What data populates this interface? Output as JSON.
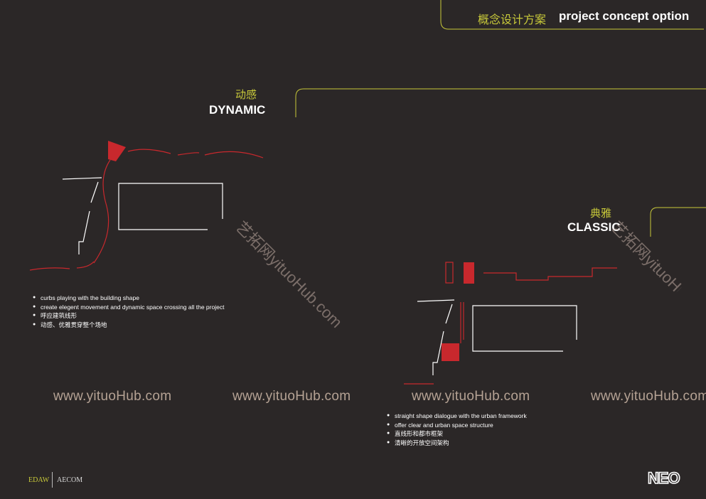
{
  "header": {
    "title_cn": "概念设计方案",
    "title_en": "project concept option"
  },
  "dynamic": {
    "title_cn": "动感",
    "title_en": "DYNAMIC",
    "bullets": [
      "curbs playing with the building shape",
      "create elegent movement and dynamic space crossing all the project",
      "呼应建筑线形",
      "动感、优雅贯穿整个场地"
    ]
  },
  "classic": {
    "title_cn": "典雅",
    "title_en": "CLASSIC",
    "bullets": [
      "straight  shape dialogue with the urban framework",
      "offer clear and urban space structure",
      "直线形和都市框架",
      "清晰的开放空间架构"
    ]
  },
  "watermarks": {
    "horizontal": [
      "www.yituoHub.com",
      "www.yituoHub.com",
      "www.yituoHub.com",
      "www.yituoHub.com"
    ],
    "diagonal": [
      "艺拓网yituoHub.com",
      "艺拓网yituoHub.com"
    ]
  },
  "footer": {
    "logo_left": "EDAW",
    "logo_right": "AECOM",
    "brand": "NEO"
  },
  "colors": {
    "background": "#2b2727",
    "accent": "#c8c93a",
    "red": "#c8282d",
    "line": "#ffffff"
  }
}
